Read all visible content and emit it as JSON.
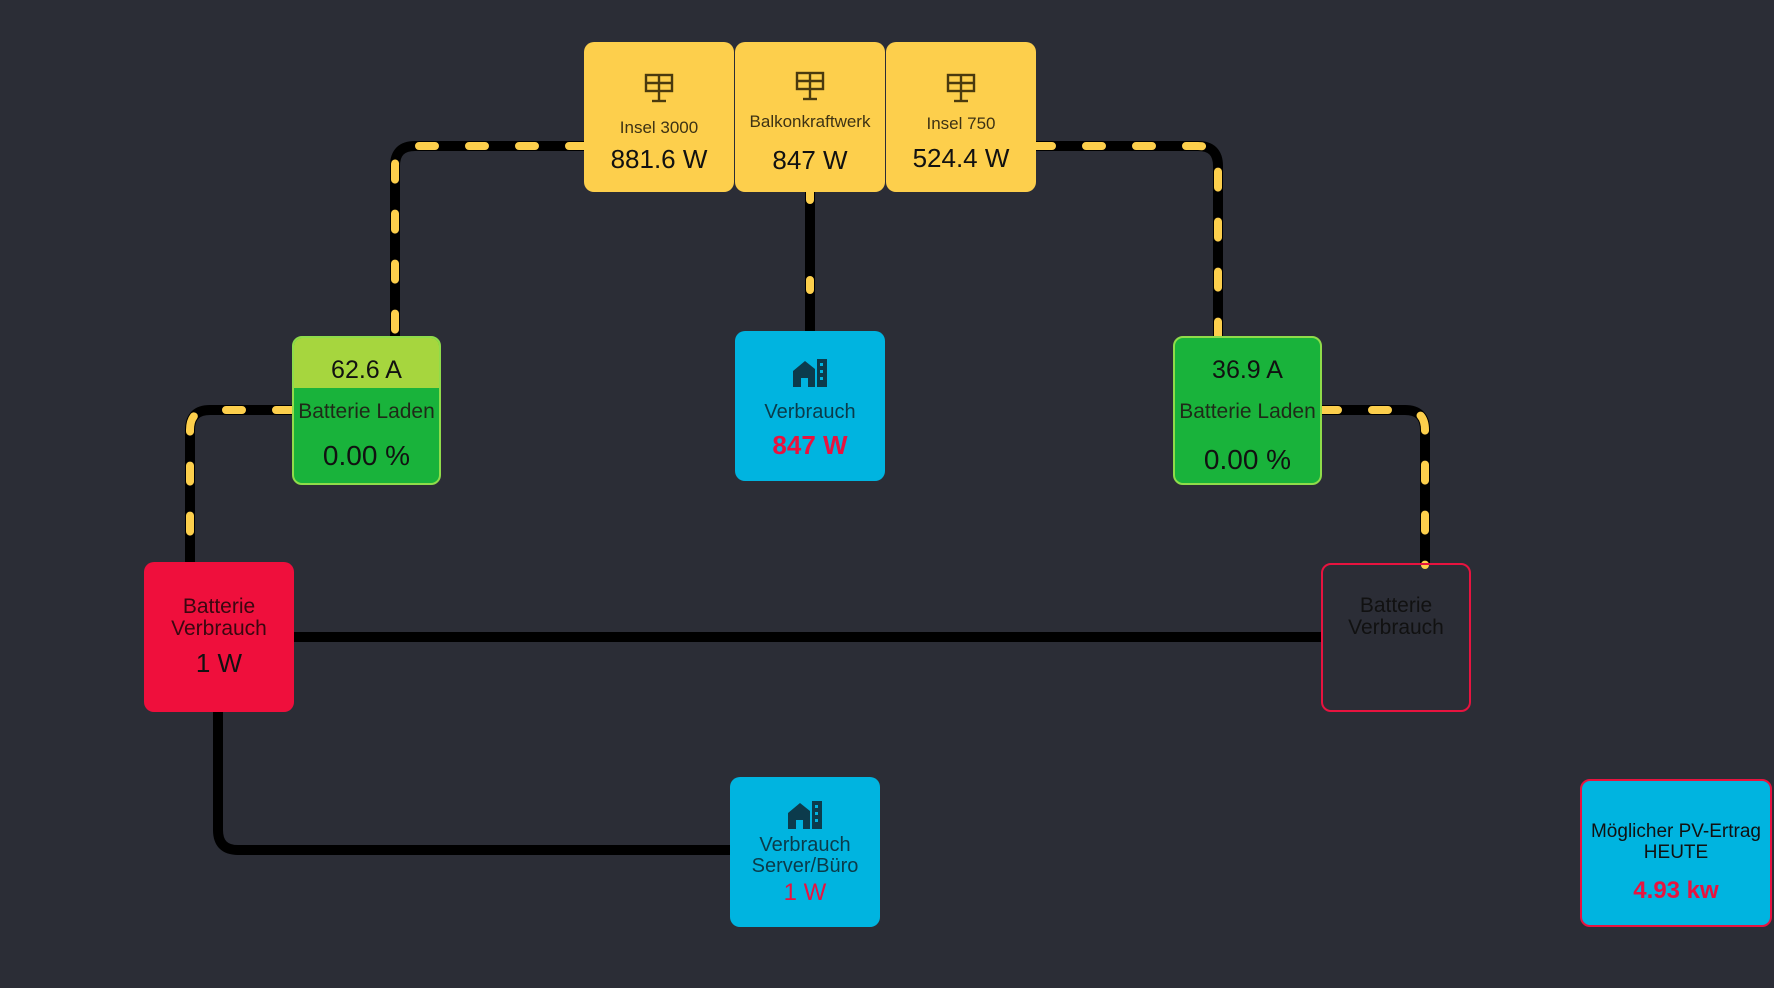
{
  "solar": [
    {
      "name": "Insel 3000",
      "value": "881.6 W",
      "icon": "solar-panel-icon"
    },
    {
      "name": "Balkonkraftwerk",
      "value": "847 W",
      "icon": "solar-panel-icon"
    },
    {
      "name": "Insel 750",
      "value": "524.4 W",
      "icon": "solar-panel-icon"
    }
  ],
  "battery_left": {
    "current": "62.6 A",
    "label": "Batterie Laden",
    "percent": "0.00 %"
  },
  "battery_right": {
    "current": "36.9 A",
    "label": "Batterie Laden",
    "percent": "0.00 %"
  },
  "consumption_main": {
    "label": "Verbrauch",
    "value": "847 W",
    "icon": "home-building-icon"
  },
  "battery_use_left": {
    "label": "Batterie Verbrauch",
    "value": "1 W"
  },
  "battery_use_right": {
    "label": "Batterie Verbrauch",
    "value": ""
  },
  "consumption_office": {
    "label": "Verbrauch Server/Büro",
    "value": "1 W",
    "icon": "home-building-icon"
  },
  "pv_forecast": {
    "label": "Möglicher PV-Ertrag HEUTE",
    "value": "4.93 kw"
  },
  "colors": {
    "background": "#2b2d36",
    "solar": "#fdcf4c",
    "consumer": "#00b4e0",
    "battery_fill": "#19b33b",
    "battery_top": "#a6d63e",
    "alert": "#ef0f3c",
    "flow_dash": "#fdcf4c",
    "line": "#000000"
  }
}
